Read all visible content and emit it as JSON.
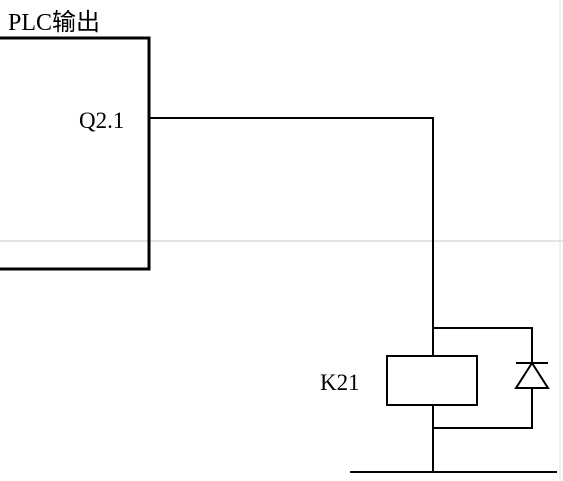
{
  "diagram": {
    "title": "PLC输出",
    "output_label": "Q2.1",
    "relay_label": "K21",
    "line_color": "#000000",
    "guide_color": "#c8c8c8",
    "background": "#ffffff"
  }
}
